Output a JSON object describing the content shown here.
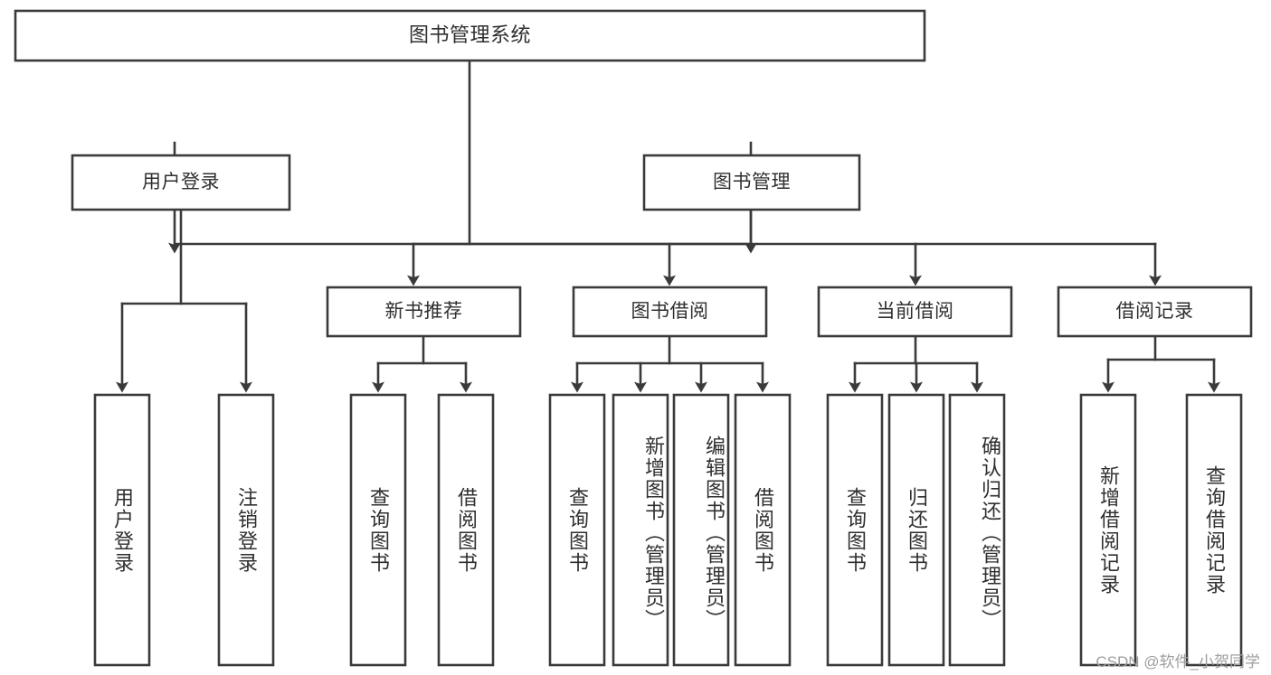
{
  "diagram": {
    "title": "图书管理系统",
    "type": "tree-hierarchy-diagram",
    "accent_color": "#3a3a3a",
    "text_color": "#2f2f2f",
    "background_color": "#ffffff",
    "root": {
      "label": "图书管理系统"
    },
    "level2": [
      {
        "label": "用户登录"
      },
      {
        "label": "图书管理"
      }
    ],
    "level3": [
      {
        "label": "新书推荐"
      },
      {
        "label": "图书借阅"
      },
      {
        "label": "当前借阅"
      },
      {
        "label": "借阅记录"
      }
    ],
    "leaves": {
      "user_login": [
        {
          "label": "用户登录"
        },
        {
          "label": "注销登录"
        }
      ],
      "new_book_recommend": [
        {
          "label": "查询图书"
        },
        {
          "label": "借阅图书"
        }
      ],
      "book_borrow": [
        {
          "label": "查询图书"
        },
        {
          "label": "新增图书（管理员）"
        },
        {
          "label": "编辑图书（管理员）"
        },
        {
          "label": "借阅图书"
        }
      ],
      "current_borrow": [
        {
          "label": "查询图书"
        },
        {
          "label": "归还图书"
        },
        {
          "label": "确认归还（管理员）"
        }
      ],
      "borrow_record": [
        {
          "label": "新增借阅记录"
        },
        {
          "label": "查询借阅记录"
        }
      ]
    }
  },
  "watermark": {
    "text": "CSDN @软件_小贺同学"
  }
}
